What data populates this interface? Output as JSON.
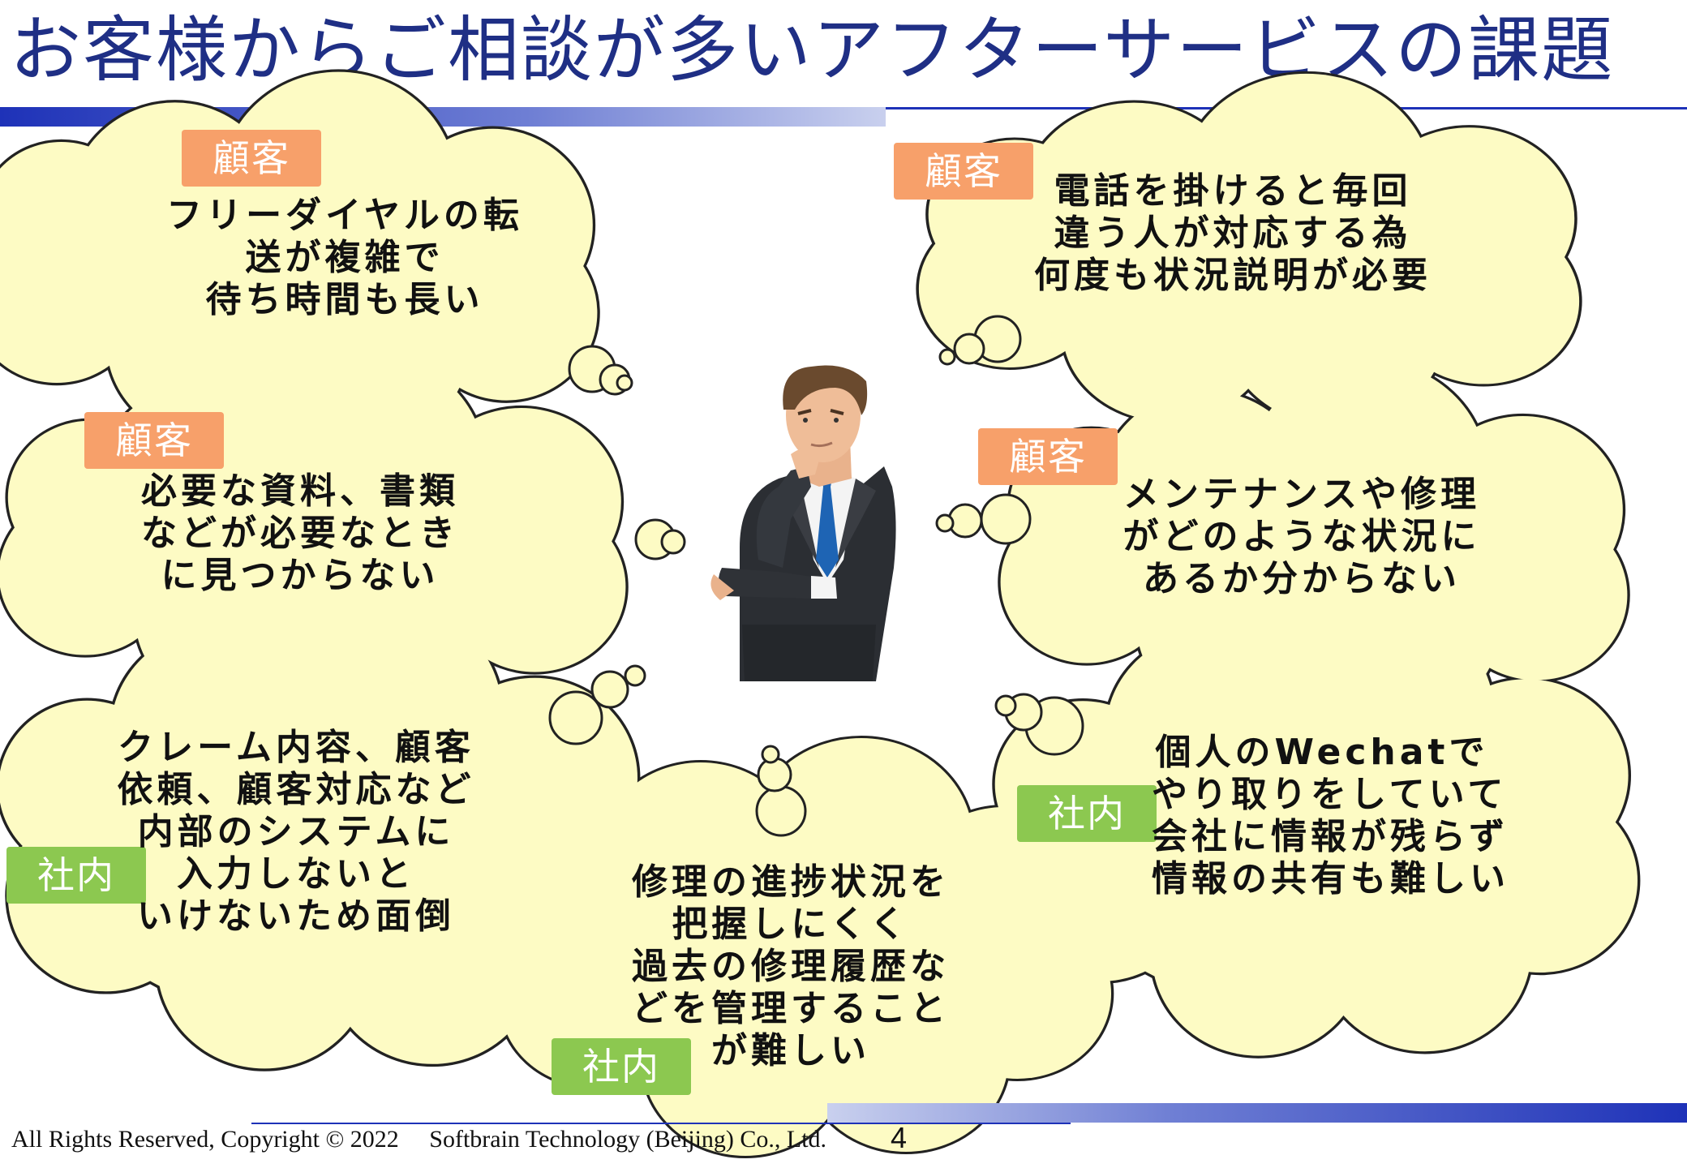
{
  "title": "お客様からご相談が多いアフターサービスの課題",
  "colors": {
    "title": "#1f2f85",
    "accent_bar": "#1e32b8",
    "bubble_fill": "#fdfbc4",
    "customer_tag": "#f7a06a",
    "internal_tag": "#8cc850"
  },
  "bubbles": [
    {
      "tag": "顧客",
      "text": [
        "フリーダイヤルの転",
        "送が複雑で",
        "待ち時間も長い"
      ]
    },
    {
      "tag": "顧客",
      "text": [
        "電話を掛けると毎回",
        "違う人が対応する為",
        "何度も状況説明が必要"
      ]
    },
    {
      "tag": "顧客",
      "text": [
        "必要な資料、書類",
        "などが必要なとき",
        "に見つからない"
      ]
    },
    {
      "tag": "顧客",
      "text": [
        "メンテナンスや修理",
        "がどのような状況に",
        "あるか分からない"
      ]
    },
    {
      "tag": "社内",
      "text": [
        "クレーム内容、顧客",
        "依頼、顧客対応など",
        "内部のシステムに",
        "入力しないと",
        "いけないため面倒"
      ]
    },
    {
      "tag": "社内",
      "text": [
        "修理の進捗状況を",
        "把握しにくく",
        "過去の修理履歴な",
        "どを管理すること",
        "が難しい"
      ]
    },
    {
      "tag": "社内",
      "text": [
        "個人のWechatで",
        "やり取りをしていて",
        "会社に情報が残らず",
        "情報の共有も難しい"
      ]
    }
  ],
  "footer": {
    "copyright": "All Rights Reserved, Copyright © 2022     Softbrain Technology (Beijing) Co., Ltd.",
    "page_number": "4"
  }
}
